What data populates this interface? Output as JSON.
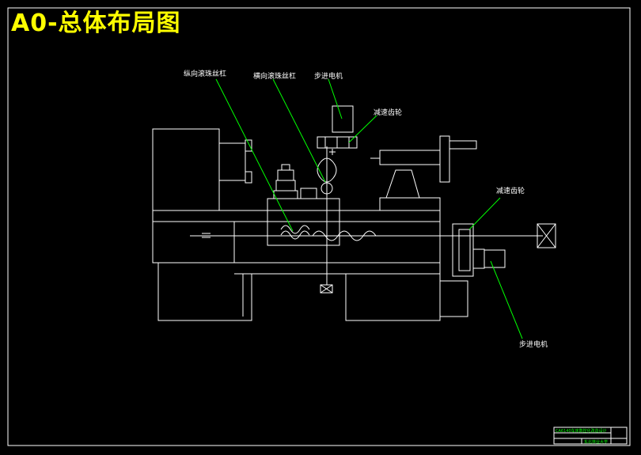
{
  "drawing": {
    "title": "A0-总体布局图",
    "labels": {
      "longitudinal_screw": "纵向滚珠丝杠",
      "transverse_screw": "横向滚珠丝杠",
      "stepper_motor_top": "步进电机",
      "reducer_gear_top": "减速齿轮",
      "reducer_gear_right": "减速齿轮",
      "stepper_motor_bottom": "步进电机"
    },
    "colors": {
      "background": "#000000",
      "title": "#ffff00",
      "lines": "#ffffff",
      "leaders": "#00ff00",
      "frame": "#ffffff"
    }
  },
  "title_block": {
    "row1": "CA6140车床数控化改造设计",
    "school": "东北林业大学"
  }
}
